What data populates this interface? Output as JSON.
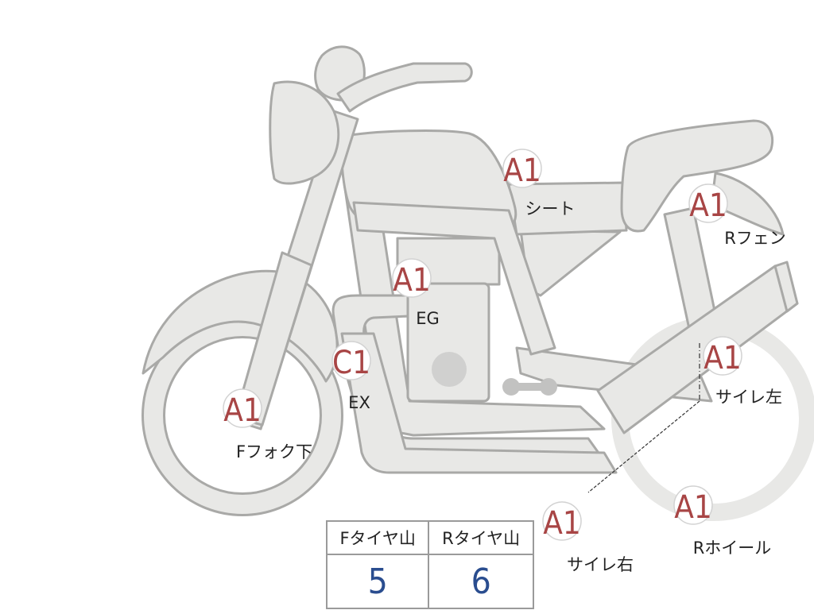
{
  "markers": {
    "seat": {
      "grade": "A1",
      "label": "シート"
    },
    "rear_fender": {
      "grade": "A1",
      "label": "Rフェン"
    },
    "engine": {
      "grade": "A1",
      "label": "EG"
    },
    "exhaust": {
      "grade": "C1",
      "label": "EX"
    },
    "front_fork": {
      "grade": "A1",
      "label": "Fフォク下"
    },
    "muffler_left": {
      "grade": "A1",
      "label": "サイレ左"
    },
    "muffler_right": {
      "grade": "A1",
      "label": "サイレ右"
    },
    "rear_wheel": {
      "grade": "A1",
      "label": "Rホイール"
    }
  },
  "tire_tread": {
    "front_label": "Fタイヤ山",
    "rear_label": "Rタイヤ山",
    "front_value": "5",
    "rear_value": "6"
  },
  "colors": {
    "badge_text": "#a84545",
    "tread_value": "#2a4d8f",
    "part_fill": "#e8e8e6",
    "part_stroke": "#a9a9a7"
  }
}
